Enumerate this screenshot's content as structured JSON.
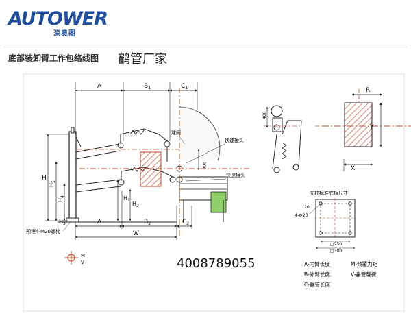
{
  "brand": {
    "logo_text": "AUTOWER",
    "logo_sub": "深奥图"
  },
  "header": {
    "title": "底部装卸臂工作包络线图",
    "subtitle": "鹤管厂家"
  },
  "phone": "4008789055",
  "dimensions": {
    "A": "A",
    "B1": "B",
    "B1_sub": "1",
    "C1": "C",
    "C1_sub": "1",
    "B2": "B",
    "B2_sub": "2",
    "C2": "C",
    "C2_sub": "2",
    "W": "W",
    "H": "H",
    "H1": "H",
    "H1_sub": "1",
    "H2": "H",
    "H2_sub": "2",
    "H3": "H",
    "H3_sub": "3",
    "H4": "H",
    "H4_sub": "4",
    "H5": "H",
    "H5_sub": "5",
    "R": "R",
    "X": "X",
    "Y": "Y",
    "dim_400": "400",
    "dim_200": "200"
  },
  "labels": {
    "ball_valve": "球阀",
    "quick_coupler_top": "快速接头",
    "quick_coupler_bottom": "快速接头",
    "anchor_bolt": "预埋4-M20螺栓",
    "moment_M": "M",
    "moment_V": "V"
  },
  "base_plate": {
    "title": "立柱标准底板尺寸",
    "hole_spec": "4-Φ23",
    "edge": "20",
    "inner": "250",
    "outer": "300"
  },
  "legend": [
    "A-内臂长度",
    "M-倾覆力矩",
    "B-外臂长度",
    "V-垂管载荷",
    "C-垂管长度"
  ]
}
